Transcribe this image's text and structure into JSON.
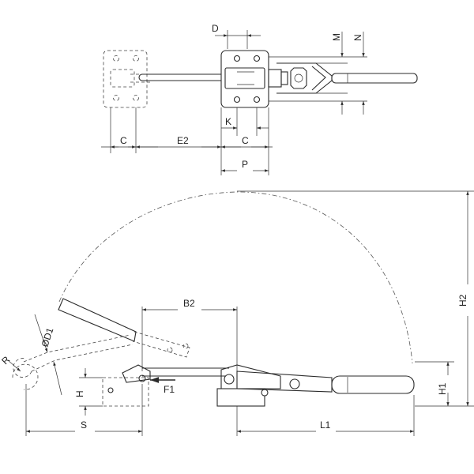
{
  "labels": {
    "D": "D",
    "M": "M",
    "N": "N",
    "K": "K",
    "C_left": "C",
    "E2": "E2",
    "C_right": "C",
    "P": "P",
    "B2": "B2",
    "H2": "H2",
    "D1": "ØD1",
    "R": "R",
    "H": "H",
    "F1": "F1",
    "H1": "H1",
    "S": "S",
    "L1": "L1"
  },
  "colors": {
    "line": "#2b2b2b",
    "background": "#ffffff"
  }
}
